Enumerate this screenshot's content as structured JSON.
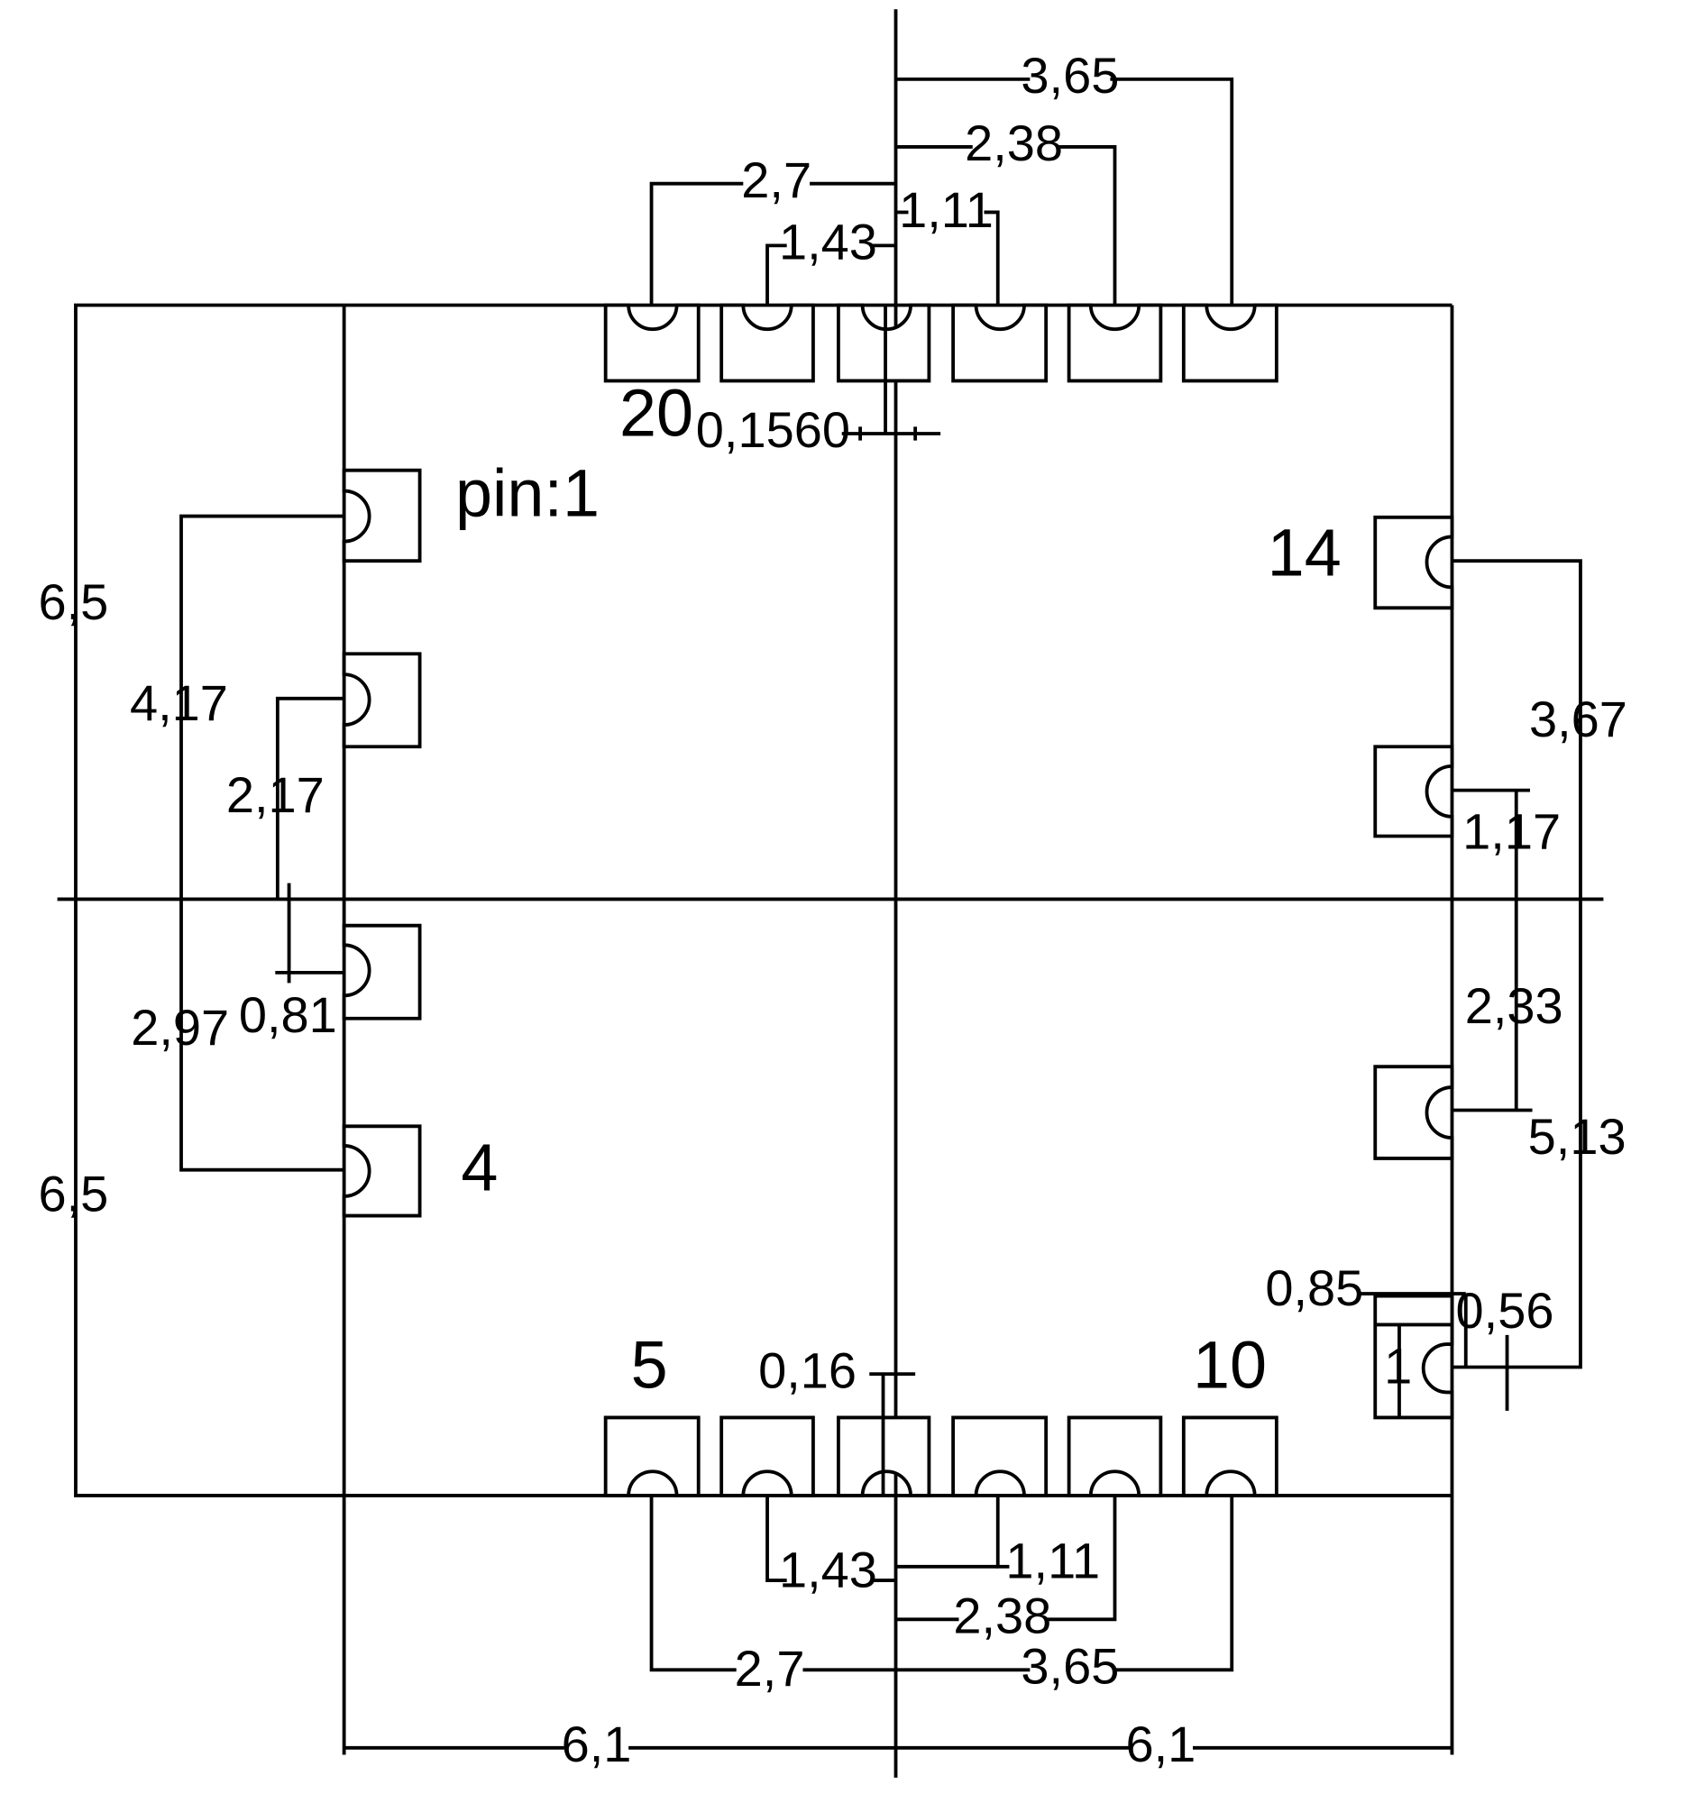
{
  "drawing": {
    "pin_labels": {
      "pin1": "pin:1",
      "pin4": "4",
      "pin5": "5",
      "pin10": "10",
      "pin14": "14",
      "pin20": "20"
    },
    "dimensions": {
      "top_3_65": "3,65",
      "top_2_38": "2,38",
      "top_2_7": "2,7",
      "top_1_11": "1,11",
      "top_1_43": "1,43",
      "top_0_1560": "0,1560",
      "left_6_5_upper": "6,5",
      "left_4_17": "4,17",
      "left_2_17": "2,17",
      "left_0_81": "0,81",
      "left_2_97": "2,97",
      "left_6_5_lower": "6,5",
      "right_3_67": "3,67",
      "right_1_17": "1,17",
      "right_2_33": "2,33",
      "right_5_13": "5,13",
      "right_0_85": "0,85",
      "right_0_56": "0,56",
      "right_1": "1",
      "bottom_0_16": "0,16",
      "bottom_1_43": "1,43",
      "bottom_1_11": "1,11",
      "bottom_2_38": "2,38",
      "bottom_2_7": "2,7",
      "bottom_3_65": "3,65",
      "bottom_6_1_left": "6,1",
      "bottom_6_1_right": "6,1"
    }
  }
}
